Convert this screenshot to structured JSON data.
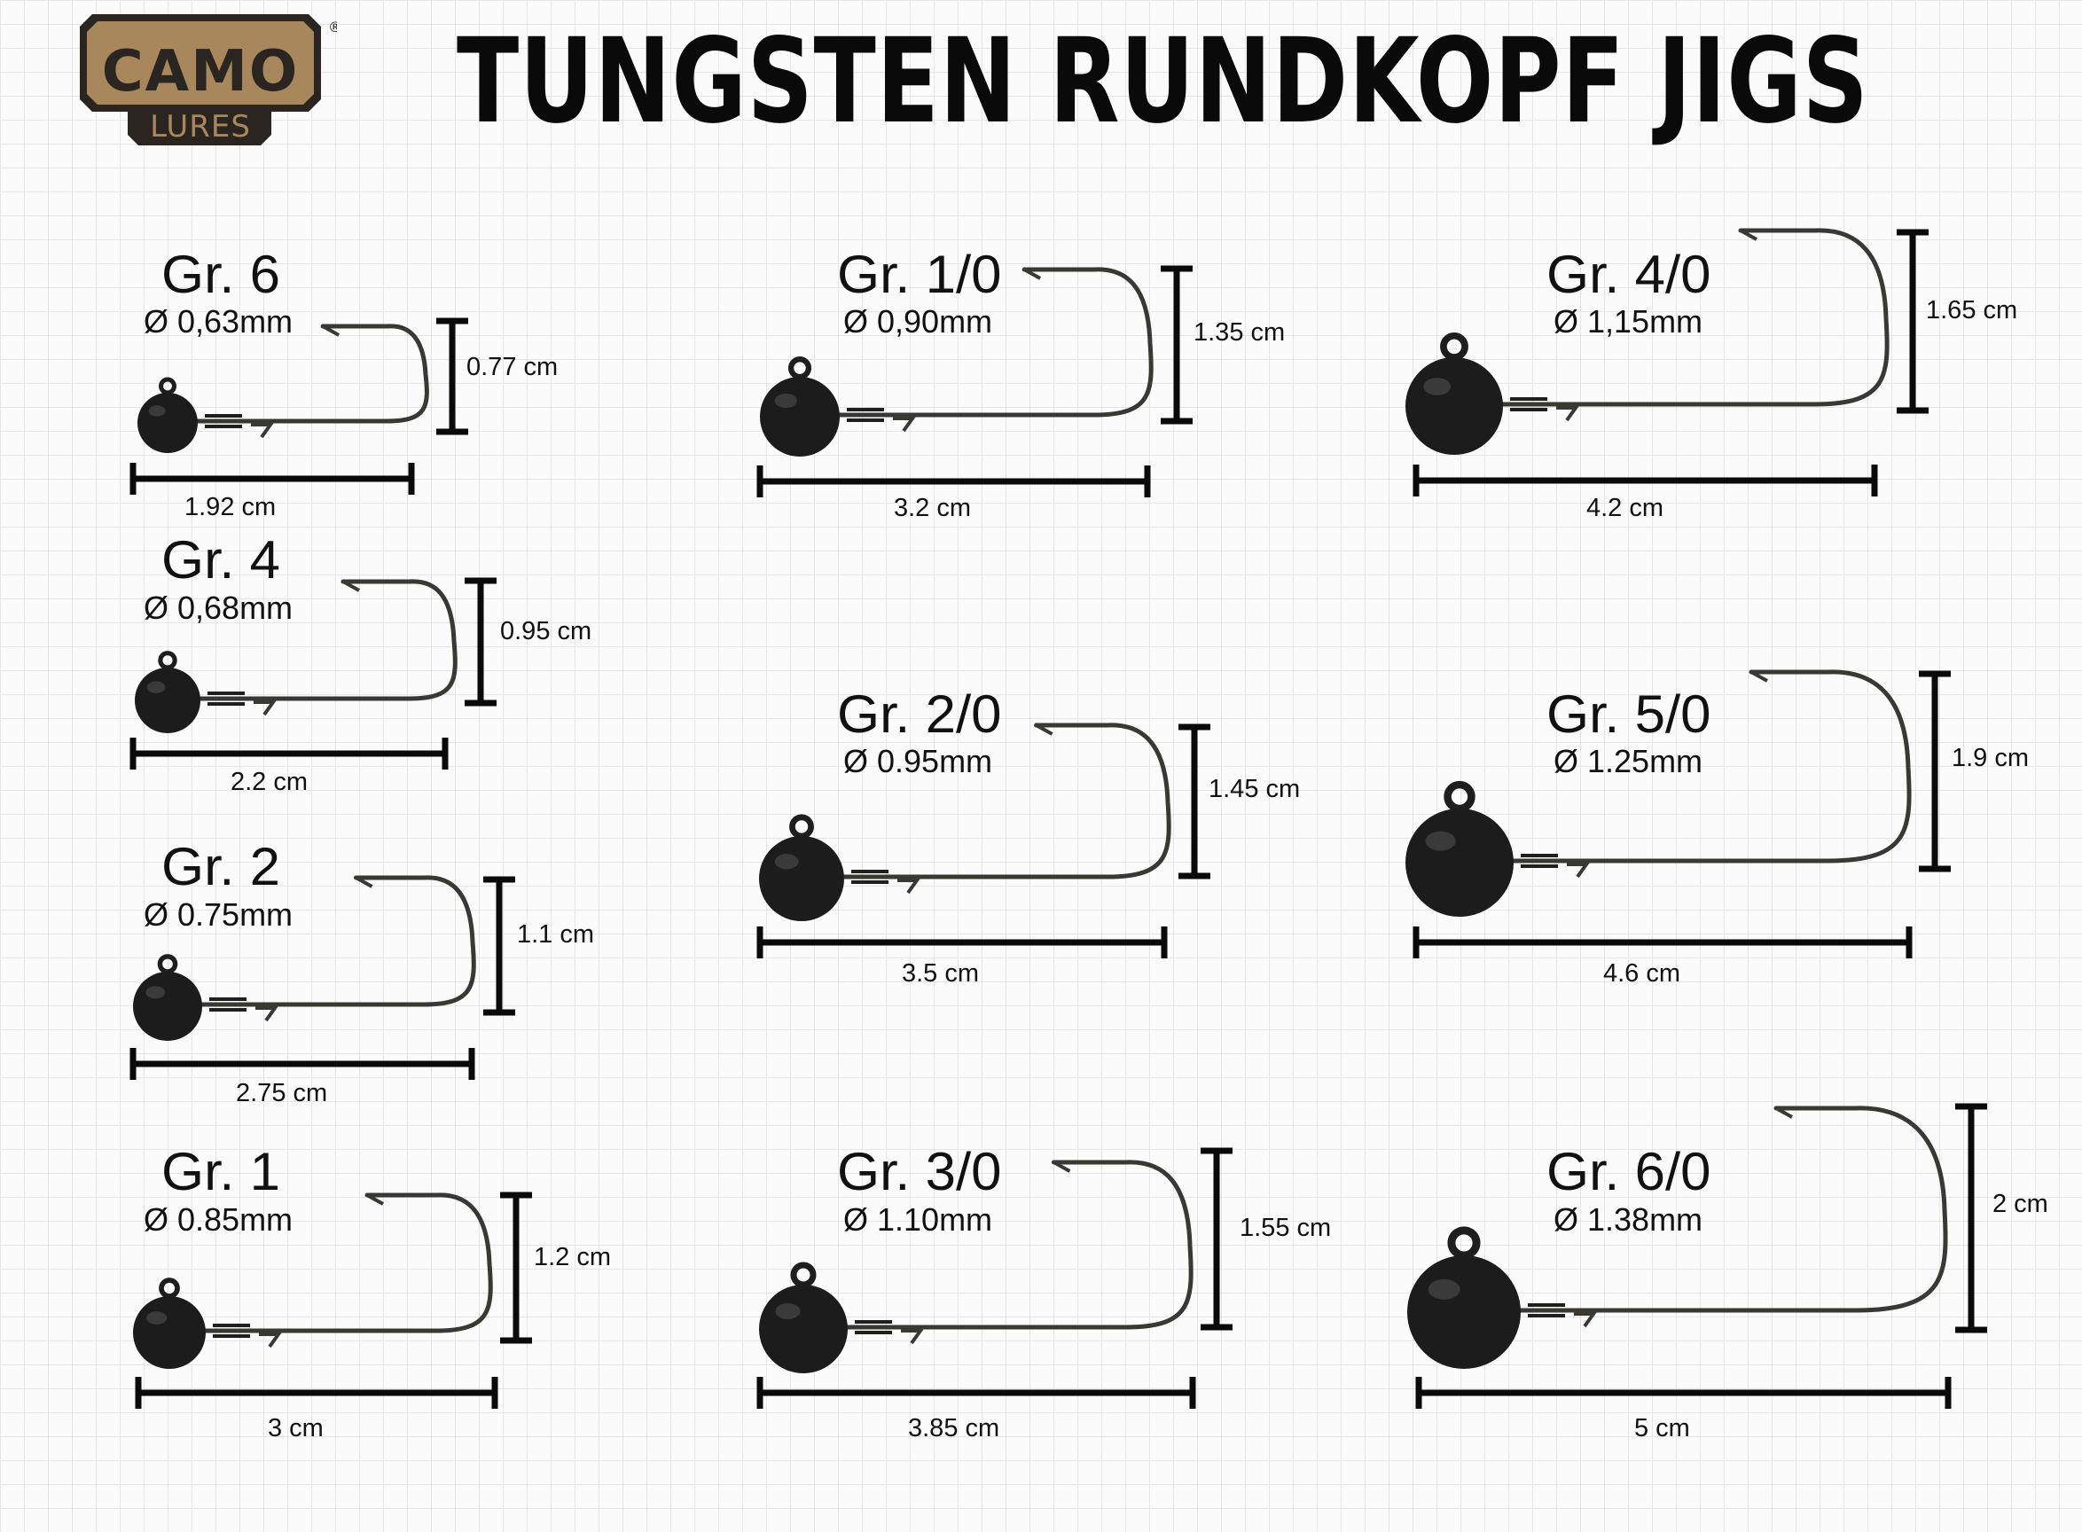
{
  "brand": {
    "name": "CAMO",
    "sub": "LURES",
    "reg": "®",
    "colors": {
      "frame": "#2a2520",
      "fill": "#a8875c",
      "text": "#2a2520"
    }
  },
  "title": "TUNGSTEN RUNDKOPF JIGS",
  "jigs": [
    {
      "grade": "Gr. 6",
      "diameter": "Ø 0,63mm",
      "height": "0.77 cm",
      "length": "1.92 cm"
    },
    {
      "grade": "Gr. 4",
      "diameter": "Ø 0,68mm",
      "height": "0.95 cm",
      "length": "2.2 cm"
    },
    {
      "grade": "Gr. 2",
      "diameter": "Ø 0.75mm",
      "height": "1.1 cm",
      "length": "2.75 cm"
    },
    {
      "grade": "Gr. 1",
      "diameter": "Ø 0.85mm",
      "height": "1.2 cm",
      "length": "3 cm"
    },
    {
      "grade": "Gr. 1/0",
      "diameter": "Ø 0,90mm",
      "height": "1.35 cm",
      "length": "3.2 cm"
    },
    {
      "grade": "Gr. 2/0",
      "diameter": "Ø 0.95mm",
      "height": "1.45 cm",
      "length": "3.5 cm"
    },
    {
      "grade": "Gr. 3/0",
      "diameter": "Ø 1.10mm",
      "height": "1.55 cm",
      "length": "3.85 cm"
    },
    {
      "grade": "Gr. 4/0",
      "diameter": "Ø 1,15mm",
      "height": "1.65 cm",
      "length": "4.2 cm"
    },
    {
      "grade": "Gr. 5/0",
      "diameter": "Ø 1.25mm",
      "height": "1.9 cm",
      "length": "4.6 cm"
    },
    {
      "grade": "Gr. 6/0",
      "diameter": "Ø 1.38mm",
      "height": "2 cm",
      "length": "5 cm"
    }
  ],
  "colors": {
    "head": "#1c1c1c",
    "wire": "#3a3833",
    "dimension": "#0a0a0a"
  }
}
